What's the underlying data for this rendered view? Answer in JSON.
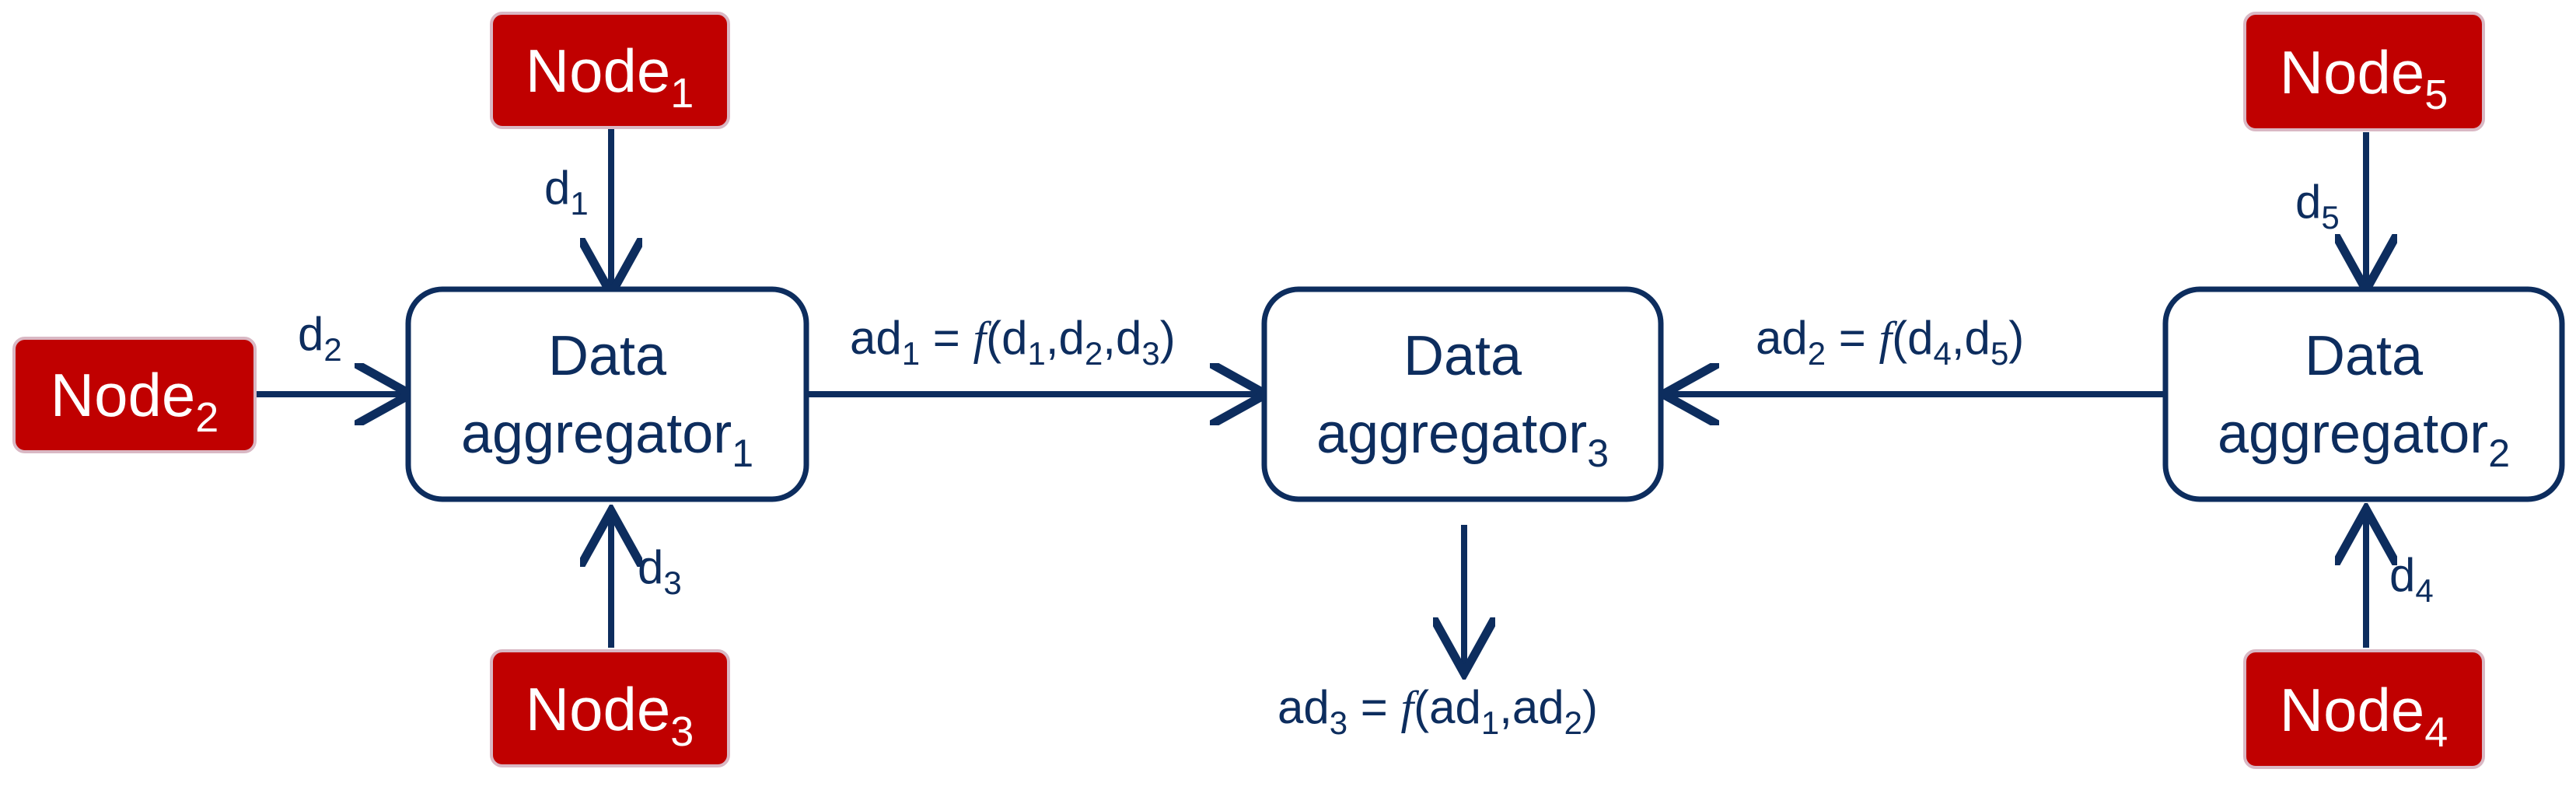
{
  "colors": {
    "node_fill": "#c00000",
    "node_text": "#ffffff",
    "aggregator_stroke": "#0d2d5e",
    "label_text": "#0d2d5e"
  },
  "nodes": {
    "node1": {
      "label": "Node",
      "sub": "1"
    },
    "node2": {
      "label": "Node",
      "sub": "2"
    },
    "node3": {
      "label": "Node",
      "sub": "3"
    },
    "node4": {
      "label": "Node",
      "sub": "4"
    },
    "node5": {
      "label": "Node",
      "sub": "5"
    }
  },
  "aggregators": {
    "agg1": {
      "line1": "Data",
      "line2": "aggregator",
      "sub": "1"
    },
    "agg2": {
      "line1": "Data",
      "line2": "aggregator",
      "sub": "2"
    },
    "agg3": {
      "line1": "Data",
      "line2": "aggregator",
      "sub": "3"
    }
  },
  "edges": {
    "d1": {
      "base": "d",
      "sub": "1"
    },
    "d2": {
      "base": "d",
      "sub": "2"
    },
    "d3": {
      "base": "d",
      "sub": "3"
    },
    "d4": {
      "base": "d",
      "sub": "4"
    },
    "d5": {
      "base": "d",
      "sub": "5"
    },
    "ad1": {
      "lhs": "ad",
      "lhs_sub": "1",
      "eq": " = ",
      "fn": "f",
      "open": "(d",
      "a1": "1",
      "s1": ",d",
      "a2": "2",
      "s2": ",d",
      "a3": "3",
      "close": ")"
    },
    "ad2": {
      "lhs": "ad",
      "lhs_sub": "2",
      "eq": " = ",
      "fn": "f",
      "open": "(d",
      "a1": "4",
      "s1": ",d",
      "a2": "5",
      "close": ")"
    },
    "ad3": {
      "lhs": "ad",
      "lhs_sub": "3",
      "eq": " = ",
      "fn": "f",
      "open": "(ad",
      "a1": "1",
      "s1": ",ad",
      "a2": "2",
      "close": ")"
    }
  }
}
